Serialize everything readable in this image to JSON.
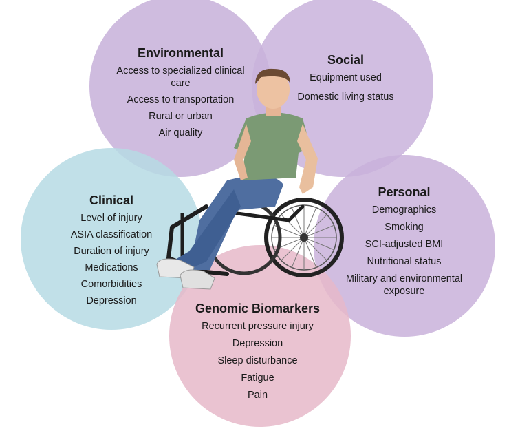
{
  "colors": {
    "environmental": "#c7b0d9",
    "social": "#c9b3dc",
    "clinical": "#b6dae4",
    "personal": "#c9b2db",
    "genomic": "#e6b8c9"
  },
  "figure": "person-in-wheelchair-illustration",
  "groups": {
    "environmental": {
      "title": "Environmental",
      "items": [
        "Access to specialized clinical care",
        "Access to transportation",
        "Rural or urban",
        "Air quality"
      ]
    },
    "social": {
      "title": "Social",
      "items": [
        "Equipment used",
        "Domestic living status"
      ]
    },
    "clinical": {
      "title": "Clinical",
      "items": [
        "Level of injury",
        "ASIA classification",
        "Duration of injury",
        "Medications",
        "Comorbidities",
        "Depression"
      ]
    },
    "personal": {
      "title": "Personal",
      "items": [
        "Demographics",
        "Smoking",
        "SCI-adjusted BMI",
        "Nutritional status",
        "Military and environmental exposure"
      ]
    },
    "genomic": {
      "title": "Genomic Biomarkers",
      "items": [
        "Recurrent pressure injury",
        "Depression",
        "Sleep disturbance",
        "Fatigue",
        "Pain"
      ]
    }
  }
}
